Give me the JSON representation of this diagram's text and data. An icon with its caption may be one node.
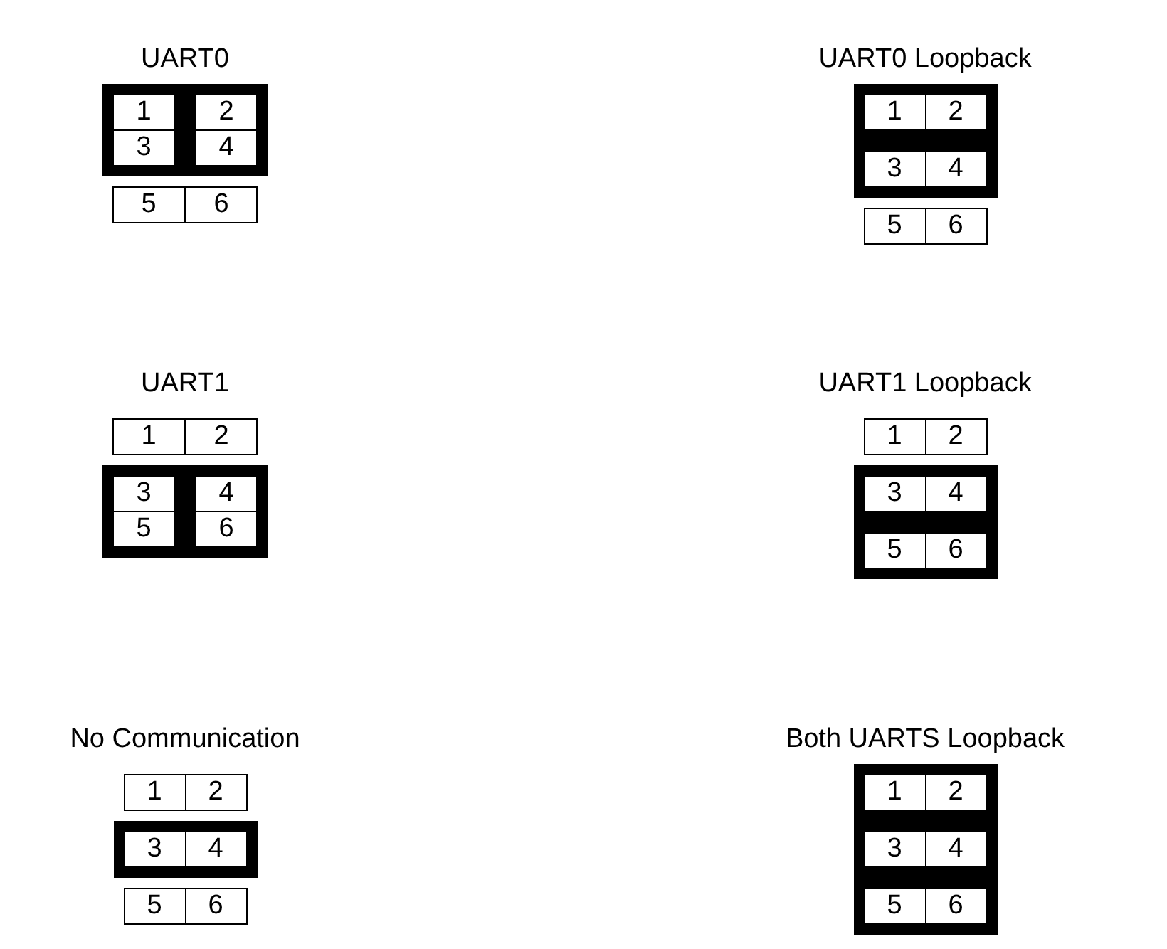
{
  "diagram": {
    "nodes": [
      {
        "text": [
          "UART0"
        ]
      },
      {
        "text": [],
        "shape": "box",
        "in": 0
      },
      {
        "text": [
          "1"
        ],
        "in": 1
      },
      {
        "text": [
          "3"
        ],
        "in": 1
      },
      {
        "text": [],
        "shape": "box",
        "in": 0
      },
      {
        "text": [
          "2"
        ],
        "in": 4
      },
      {
        "text": [
          "4"
        ],
        "in": 4
      },
      {
        "text": [
          "5"
        ],
        "in": 0
      },
      {
        "text": [
          "6"
        ],
        "in": 0
      },
      {
        "text": [
          "UART0 Loopback"
        ]
      },
      {
        "text": [],
        "shape": "box",
        "in": 9
      },
      {
        "text": [
          "1"
        ],
        "in": 10
      },
      {
        "text": [
          "2"
        ],
        "in": 10
      },
      {
        "text": [],
        "shape": "box",
        "in": 9
      },
      {
        "text": [
          "3"
        ],
        "in": 13
      },
      {
        "text": [
          "4"
        ],
        "in": 13
      },
      {
        "text": [
          "5"
        ],
        "in": 9
      },
      {
        "text": [
          "6"
        ],
        "in": 9
      },
      {
        "text": [
          "UART1"
        ]
      },
      {
        "text": [
          "1"
        ],
        "in": 18
      },
      {
        "text": [
          "2"
        ],
        "in": 18
      },
      {
        "text": [],
        "shape": "box",
        "in": 18
      },
      {
        "text": [
          "3"
        ],
        "in": 21
      },
      {
        "text": [
          "5"
        ],
        "in": 21
      },
      {
        "text": [],
        "shape": "box",
        "in": 18
      },
      {
        "text": [
          "4"
        ],
        "in": 24
      },
      {
        "text": [
          "6"
        ],
        "in": 24
      },
      {
        "text": [
          "UART1 Loopback"
        ]
      },
      {
        "text": [
          "1"
        ],
        "in": 27
      },
      {
        "text": [
          "2"
        ],
        "in": 27
      },
      {
        "text": [],
        "shape": "box",
        "in": 27
      },
      {
        "text": [
          "3"
        ],
        "in": 30
      },
      {
        "text": [
          "4"
        ],
        "in": 30
      },
      {
        "text": [],
        "shape": "box",
        "in": 27
      },
      {
        "text": [
          "5"
        ],
        "in": 33
      },
      {
        "text": [
          "6"
        ],
        "in": 33
      },
      {
        "text": [
          "No Communication"
        ]
      },
      {
        "text": [
          "1"
        ],
        "in": 36
      },
      {
        "text": [
          "2"
        ],
        "in": 36
      },
      {
        "text": [],
        "shape": "box",
        "in": 36
      },
      {
        "text": [
          "3"
        ],
        "in": 39
      },
      {
        "text": [
          "4"
        ],
        "in": 39
      },
      {
        "text": [
          "5"
        ],
        "in": 36
      },
      {
        "text": [
          "6"
        ],
        "in": 36
      },
      {
        "text": [
          "Both UARTS Loopback"
        ]
      },
      {
        "text": [],
        "shape": "box",
        "in": 44
      },
      {
        "text": [
          "1"
        ],
        "in": 45
      },
      {
        "text": [
          "2"
        ],
        "in": 45
      },
      {
        "text": [],
        "shape": "box",
        "in": 44
      },
      {
        "text": [
          "3"
        ],
        "in": 48
      },
      {
        "text": [
          "4"
        ],
        "in": 48
      },
      {
        "text": [],
        "shape": "box",
        "in": 44
      },
      {
        "text": [
          "5"
        ],
        "in": 51
      },
      {
        "text": [
          "6"
        ],
        "in": 51
      }
    ]
  }
}
